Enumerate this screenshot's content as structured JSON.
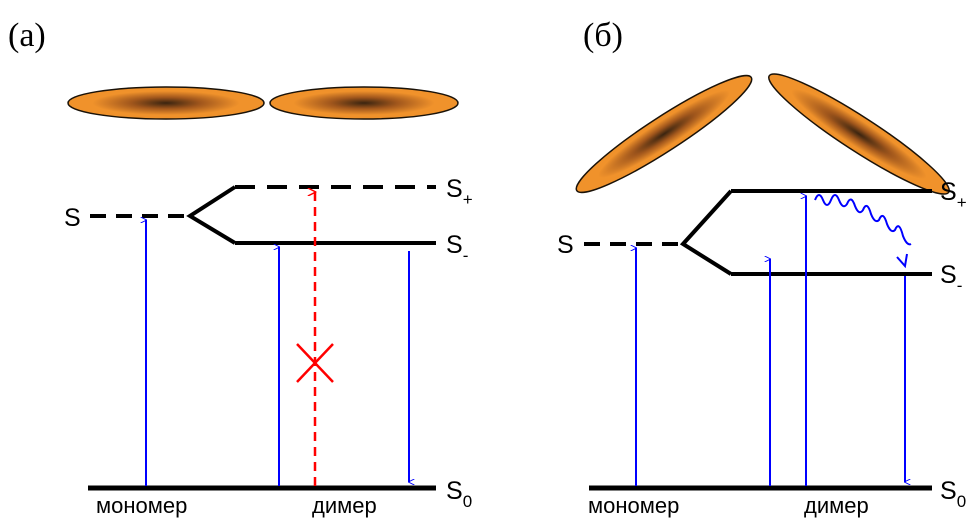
{
  "panels": [
    {
      "id": "a",
      "label": "(a)",
      "level_monomer": "S",
      "level_upper": "S",
      "level_upper_sub": "+",
      "level_lower": "S",
      "level_lower_sub": "-",
      "ground": "S",
      "ground_sub": "0",
      "caption_monomer": "мономер",
      "caption_dimer": "димер"
    },
    {
      "id": "b",
      "label": "(б)",
      "level_monomer": "S",
      "level_upper": "S",
      "level_upper_sub": "+",
      "level_lower": "S",
      "level_lower_sub": "-",
      "ground": "S",
      "ground_sub": "0",
      "caption_monomer": "мономер",
      "caption_dimer": "димер"
    }
  ],
  "colors": {
    "line": "#000000",
    "arrow": "#0000ff",
    "forbidden": "#ff0000",
    "molecule_fill": "#f0922b",
    "molecule_core": "#3a2410",
    "molecule_stroke": "#1a1208"
  }
}
